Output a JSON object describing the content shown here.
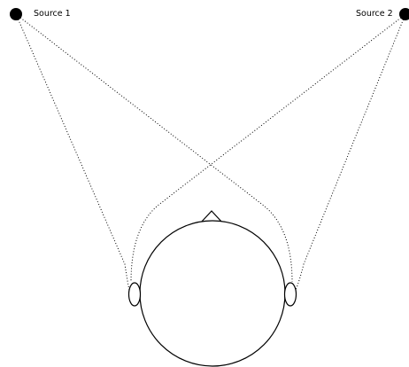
{
  "sources": [
    {
      "id": "source-1",
      "label": "Source 1"
    },
    {
      "id": "source-2",
      "label": "Source 2"
    }
  ],
  "colors": {
    "ink": "#000000",
    "background": "#ffffff"
  }
}
